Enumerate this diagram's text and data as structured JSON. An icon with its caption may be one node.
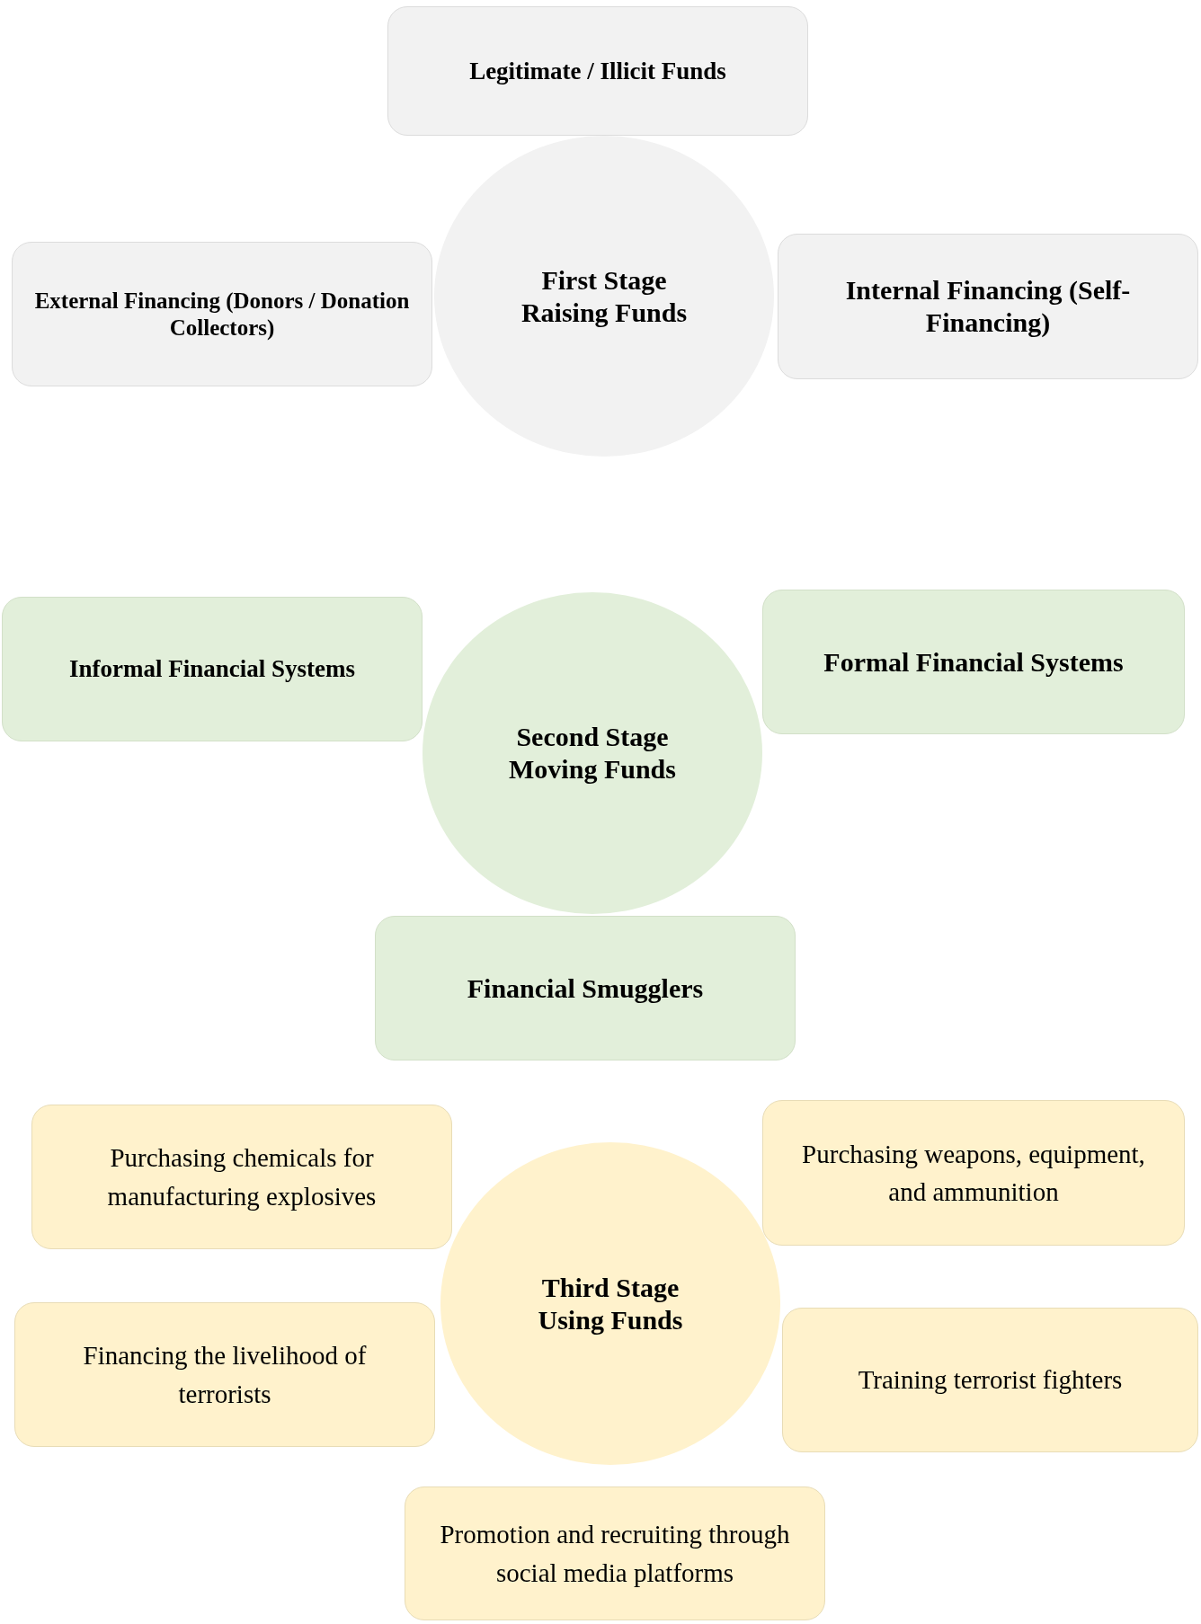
{
  "diagram": {
    "nodes": [
      {
        "text": [
          "Legitimate / Illicit Funds"
        ]
      },
      {
        "text": [
          "External Financing (Donors / Donation Collectors)"
        ]
      },
      {
        "text": [
          "First Stage",
          "Raising Funds"
        ]
      },
      {
        "text": [
          "Internal Financing (Self-Financing)"
        ]
      },
      {
        "text": [
          "Informal Financial Systems"
        ]
      },
      {
        "text": [
          "Formal Financial Systems"
        ]
      },
      {
        "text": [
          "Second Stage",
          "Moving Funds"
        ]
      },
      {
        "text": [
          "Financial Smugglers"
        ]
      },
      {
        "text": [
          "Purchasing chemicals for manufacturing explosives"
        ]
      },
      {
        "text": [
          "Purchasing weapons, equipment, and ammunition"
        ]
      },
      {
        "text": [
          "Third Stage",
          "Using Funds"
        ]
      },
      {
        "text": [
          "Financing the livelihood of terrorists"
        ]
      },
      {
        "text": [
          "Training terrorist fighters"
        ]
      },
      {
        "text": [
          "Promotion and recruiting through social media platforms"
        ]
      }
    ]
  }
}
